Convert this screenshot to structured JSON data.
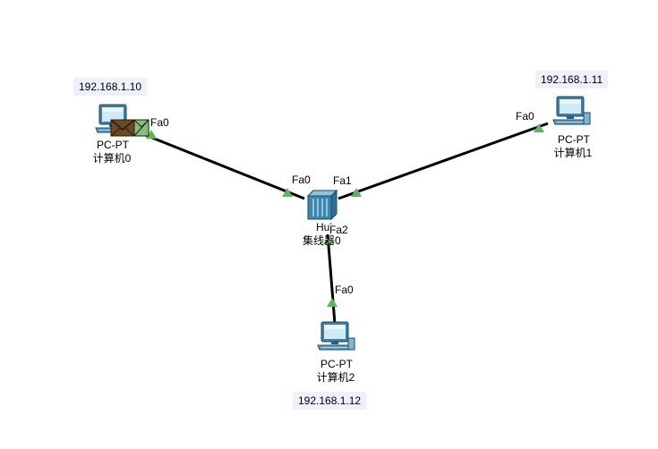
{
  "devices": {
    "pc0": {
      "ip": "192.168.1.10",
      "model": "PC-PT",
      "name": "计算机0",
      "port": "Fa0"
    },
    "pc1": {
      "ip": "192.168.1.11",
      "model": "PC-PT",
      "name": "计算机1",
      "port": "Fa0"
    },
    "pc2": {
      "ip": "192.168.1.12",
      "model": "PC-PT",
      "name": "计算机2",
      "port": "Fa0"
    },
    "hub": {
      "model": "Hub",
      "name": "集线器0",
      "ports": [
        "Fa0",
        "Fa1",
        "Fa2"
      ]
    }
  },
  "links": [
    {
      "from": "pc0",
      "to": "hub",
      "from_port": "Fa0",
      "to_port": "Fa0",
      "status": "up"
    },
    {
      "from": "pc1",
      "to": "hub",
      "from_port": "Fa0",
      "to_port": "Fa1",
      "status": "up"
    },
    {
      "from": "pc2",
      "to": "hub",
      "from_port": "Fa0",
      "to_port": "Fa2",
      "status": "up"
    }
  ],
  "simulation": {
    "pdu_icon": "envelope-icon",
    "pdu_at": "pc0"
  },
  "colors": {
    "link": "#000000",
    "link_up": "#5ab85a",
    "ip_label_bg": "#eef0fa",
    "device_body": "#3d8ab8",
    "envelope": "#6b4a22"
  }
}
